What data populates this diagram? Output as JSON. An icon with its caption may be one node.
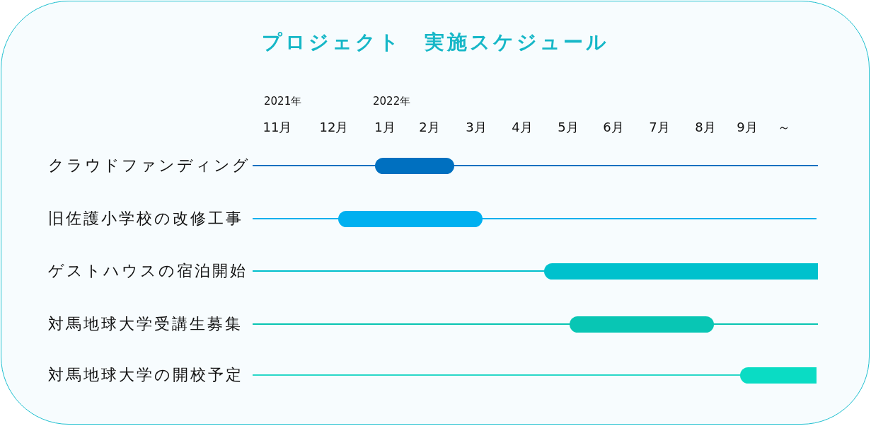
{
  "diagram": {
    "title": "プロジェクト　実施スケジュール",
    "nodes": [
      {
        "text": [],
        "shape": "bar"
      },
      {
        "text": [],
        "shape": "bar"
      },
      {
        "text": [],
        "shape": "bar"
      },
      {
        "text": [],
        "shape": "bar"
      },
      {
        "text": [],
        "shape": "bar"
      }
    ],
    "labels": [
      "2021年",
      "2022年",
      "11月",
      "12月",
      "1月",
      "2月",
      "3月",
      "4月",
      "5月",
      "6月",
      "7月",
      "8月",
      "9月",
      "～",
      "クラウドファンディング",
      "旧佐護小学校の改修工事",
      "ゲストハウスの宿泊開始",
      "対馬地球大学受講生募集",
      "対馬地球大学の開校予定"
    ]
  }
}
